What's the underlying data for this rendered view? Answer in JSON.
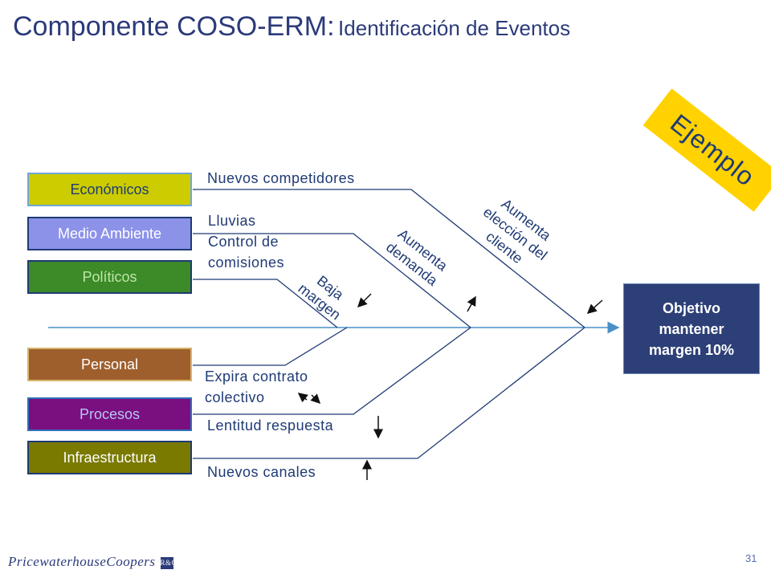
{
  "title": {
    "main": "Componente COSO-ERM:",
    "sub": "Identificación de Eventos"
  },
  "categories": [
    {
      "label": "Económicos"
    },
    {
      "label": "Medio Ambiente"
    },
    {
      "label": "Políticos"
    },
    {
      "label": "Personal"
    },
    {
      "label": "Procesos"
    },
    {
      "label": "Infraestructura"
    }
  ],
  "events": {
    "economicos": "Nuevos competidores",
    "medio_1": "Lluvias",
    "medio_2": "Control de",
    "medio_3": "comisiones",
    "personal_1": "Expira contrato",
    "personal_2": "colectivo",
    "procesos": "Lentitud respuesta",
    "infraestructura": "Nuevos canales"
  },
  "effects": {
    "baja_1": "Baja",
    "baja_2": "margen",
    "demanda_1": "Aumenta",
    "demanda_2": "demanda",
    "eleccion_1": "Aumenta",
    "eleccion_2": "elección del",
    "eleccion_3": "cliente"
  },
  "objective": {
    "line1": "Objetivo",
    "line2": "mantener",
    "line3": "margen 10%"
  },
  "example_tag": "Ejemplo",
  "footer": {
    "logo": "PricewaterhouseCoopers",
    "badge": "R&C",
    "page": "31"
  },
  "colors": {
    "title": "#2b3a7a",
    "lines": "#1f3a75",
    "spine": "#4a90c8",
    "objective": "#2d3f77",
    "example": "#ffd200"
  }
}
